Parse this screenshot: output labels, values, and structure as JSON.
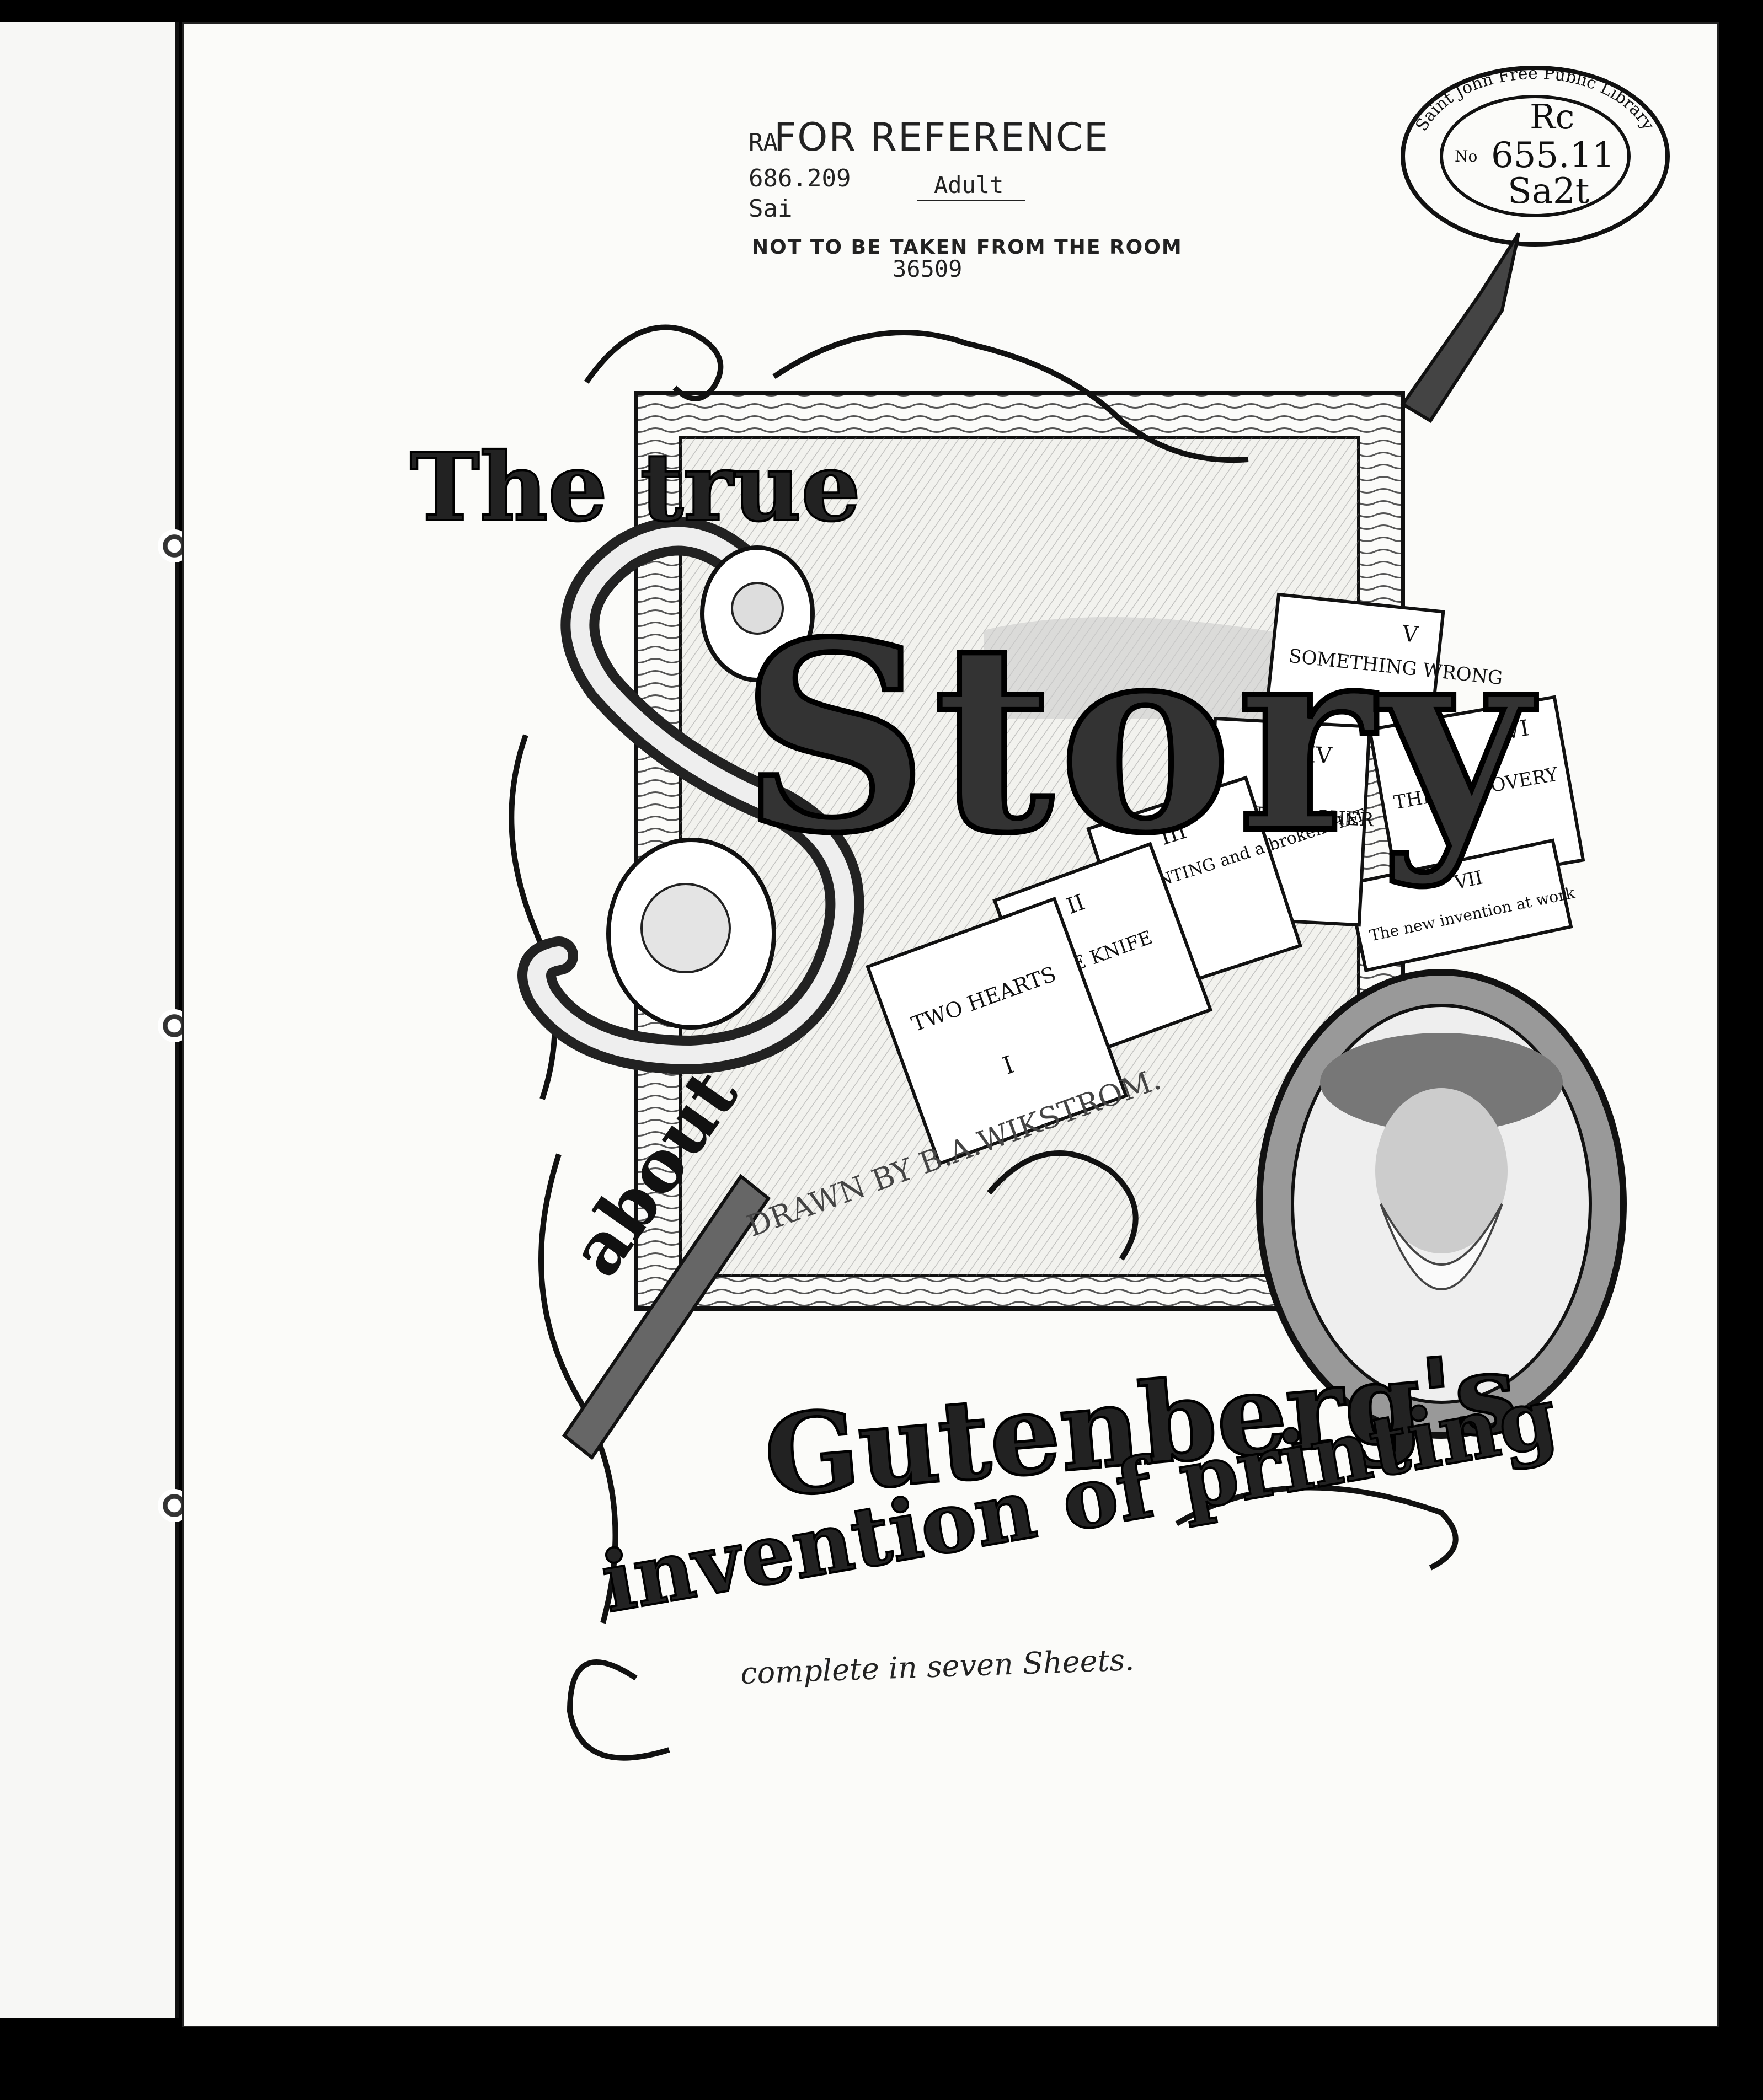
{
  "stamp": {
    "call_prefix": "RA",
    "call_number": "686.209",
    "call_suffix": "Sai",
    "for_reference": "FOR REFERENCE",
    "adult": "Adult",
    "not_removable": "NOT TO BE TAKEN FROM THE ROOM",
    "accession": "36509"
  },
  "library_seal": {
    "ring_text": "Saint John Free Public Library",
    "line1": "Rc",
    "line2": "655.11",
    "line3": "Sa2t",
    "no_label": "No"
  },
  "title": {
    "line1": "The true",
    "line2": "Story",
    "line3": "about",
    "line4": "Gutenberg's",
    "line5": "invention of printing",
    "subtitle": "complete in seven Sheets."
  },
  "credit": "DRAWN BY B.A.WIKSTROM.",
  "sheets": [
    {
      "numeral": "I",
      "label": "TWO HEARTS"
    },
    {
      "numeral": "II",
      "label": "THE KNIFE"
    },
    {
      "numeral": "III",
      "label": "PAINTING and a broken HAT"
    },
    {
      "numeral": "IV",
      "label": "THE TEACHER"
    },
    {
      "numeral": "V",
      "label": "SOMETHING WRONG"
    },
    {
      "numeral": "VI",
      "label": "THE DISCOVERY"
    },
    {
      "numeral": "VII",
      "label": "The new invention at work"
    }
  ],
  "colors": {
    "ink": "#1a1a1a",
    "paper": "#fbfbf9",
    "background": "#000000"
  }
}
